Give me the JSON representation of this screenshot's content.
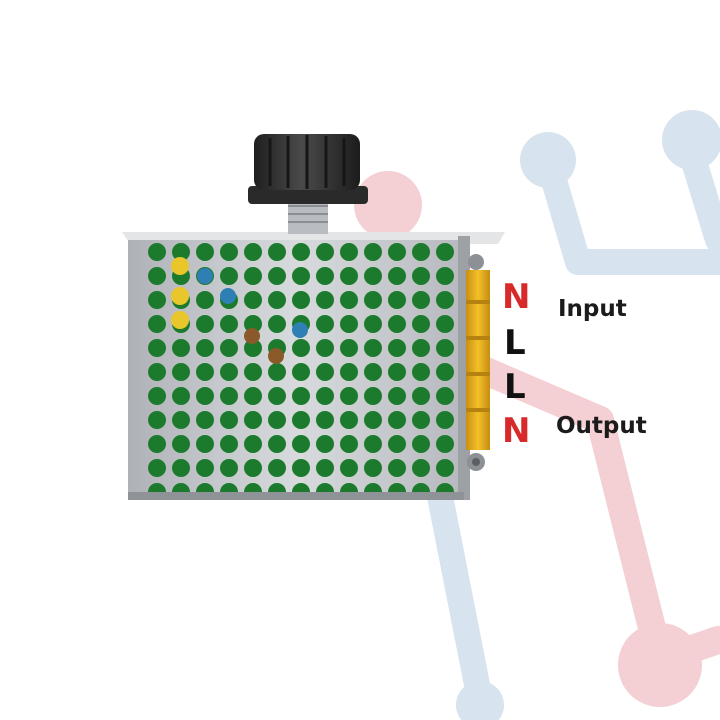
{
  "labels": {
    "terminals": [
      {
        "letter": "N",
        "color": "#d72b2b"
      },
      {
        "letter": "L",
        "color": "#111111"
      },
      {
        "letter": "L",
        "color": "#111111"
      },
      {
        "letter": "N",
        "color": "#d72b2b"
      }
    ],
    "input": "Input",
    "output": "Output"
  },
  "colors": {
    "watermark_red": "#f4cfd3",
    "watermark_blue": "#d7e3ee",
    "case_metal": "#c9cccf",
    "pcb_green": "#1c7a2c",
    "capacitor_yellow": "#e9b21c",
    "knob": "#2d2d2d"
  },
  "icons": [
    "background-molecule-watermark",
    "speed-controller-device",
    "control-knob"
  ]
}
